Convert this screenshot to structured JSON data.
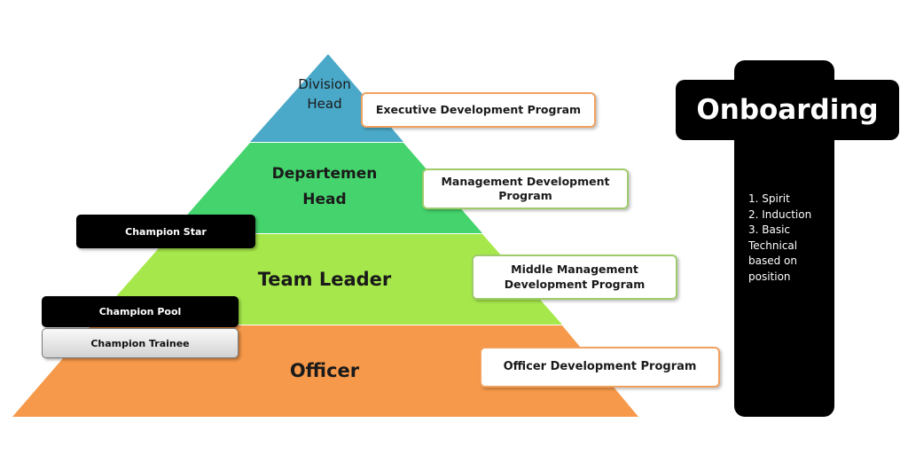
{
  "colors": {
    "division": "#4aa8c8",
    "departemen": "#44d36c",
    "team_leader": "#a6e84b",
    "officer": "#f7994a",
    "executive_border": "#f2a15f",
    "management_border": "#9fcc6a",
    "middle_border": "#9fcc6a",
    "officer_border": "#f2a15f",
    "onboarding": "#000000"
  },
  "pyramid": {
    "tiers": [
      {
        "key": "division",
        "label_line1": "Division",
        "label_line2": "Head"
      },
      {
        "key": "departemen",
        "label_line1": "Departemen",
        "label_line2": "Head"
      },
      {
        "key": "team_leader",
        "label_line1": "Team Leader"
      },
      {
        "key": "officer",
        "label_line1": "Officer"
      }
    ]
  },
  "programs": {
    "executive": "Executive Development Program",
    "management_line1": "Management Development",
    "management_line2": "Program",
    "middle_line1": "Middle Management",
    "middle_line2": "Development Program",
    "officer": "Officer Development Program"
  },
  "champions": {
    "star": "Champion Star",
    "pool": "Champion Pool",
    "trainee": "Champion Trainee"
  },
  "onboarding": {
    "title": "Onboarding",
    "items": [
      "1. Spirit",
      "2. Induction",
      "3. Basic",
      "Technical",
      "based on",
      "position"
    ]
  }
}
